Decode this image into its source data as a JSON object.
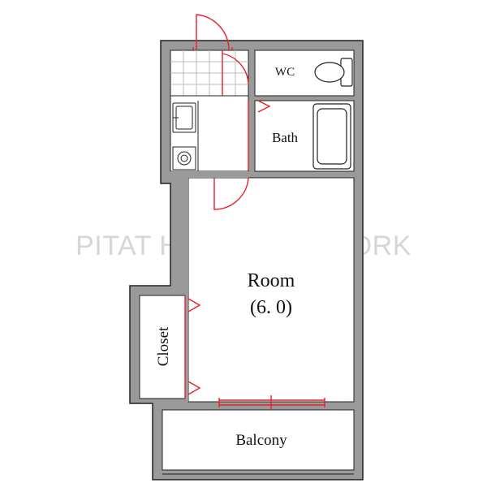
{
  "watermark": "PITAT HOUSE NETWORK",
  "rooms": {
    "wc": "WC",
    "bath": "Bath",
    "room_name": "Room",
    "room_size": "(6. 0)",
    "closet": "Closet",
    "balcony": "Balcony"
  },
  "colors": {
    "wall_fill": "#9a9a9a",
    "wall_stroke": "#222222",
    "door_red": "#e8202a",
    "tile_grid": "#bbbbbb"
  }
}
